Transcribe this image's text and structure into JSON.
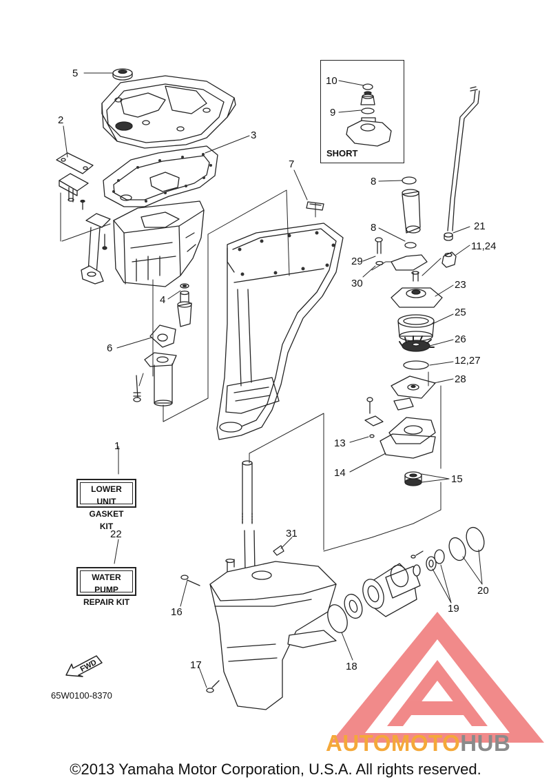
{
  "callouts": {
    "n1": "1",
    "n2": "2",
    "n3": "3",
    "n4": "4",
    "n5": "5",
    "n6": "6",
    "n7": "7",
    "n8a": "8",
    "n8b": "8",
    "n9": "9",
    "n10": "10",
    "n11_24": "11,24",
    "n12_27": "12,27",
    "n13": "13",
    "n14": "14",
    "n15": "15",
    "n16": "16",
    "n17": "17",
    "n18": "18",
    "n19": "19",
    "n20": "20",
    "n21": "21",
    "n22": "22",
    "n23": "23",
    "n25": "25",
    "n26": "26",
    "n28": "28",
    "n29": "29",
    "n30": "30",
    "n31": "31"
  },
  "kits": {
    "lower_unit_line1": "LOWER UNIT",
    "lower_unit_line2": "GASKET KIT",
    "water_pump_line1": "WATER PUMP",
    "water_pump_line2": "REPAIR KIT"
  },
  "inset_label": "SHORT",
  "fwd_label": "FWD",
  "part_number": "65W0100-8370",
  "copyright": "©2013 Yamaha Motor Corporation, U.S.A. All rights reserved.",
  "watermark": {
    "part1": "AUTOMOTO",
    "part2": "HUB",
    "color_main": "#f4a83a",
    "color_hub": "#8a8a8a",
    "color_logo": "#f08080"
  }
}
